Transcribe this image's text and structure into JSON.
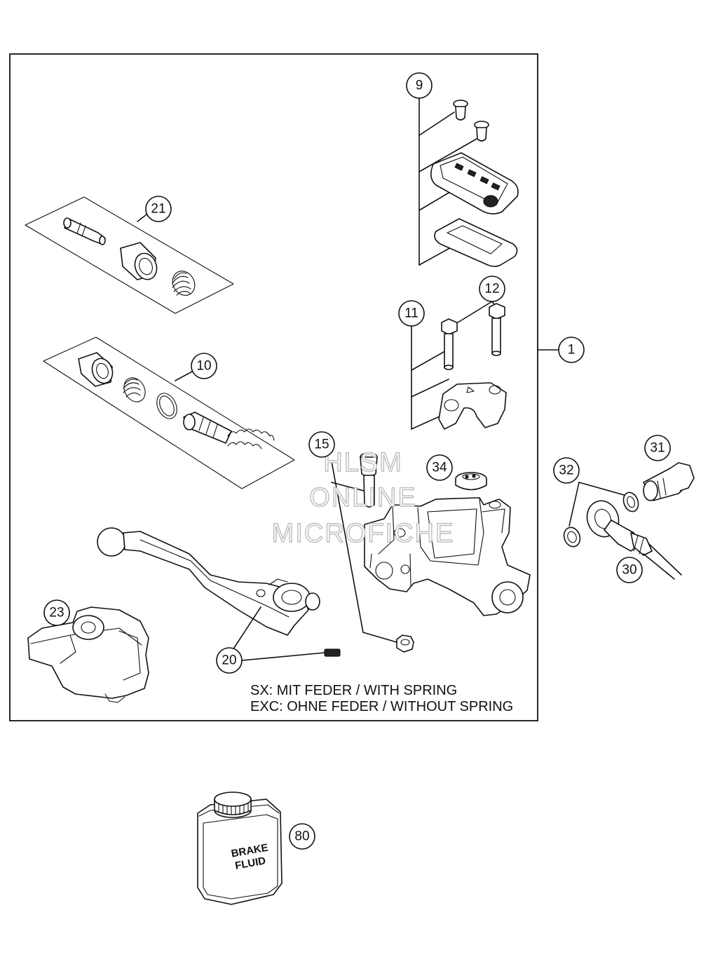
{
  "callouts": {
    "c1": "1",
    "c9": "9",
    "c10": "10",
    "c11": "11",
    "c12": "12",
    "c15": "15",
    "c20": "20",
    "c21": "21",
    "c23": "23",
    "c30": "30",
    "c31": "31",
    "c32": "32",
    "c34": "34",
    "c80": "80"
  },
  "notes": {
    "line1": "SX: MIT FEDER / WITH SPRING",
    "line2": "EXC: OHNE FEDER / WITHOUT SPRING"
  },
  "watermark": {
    "line1": "HLSM",
    "line2": "ONLINE",
    "line3": "MICROFICHE"
  },
  "can_label": {
    "line1": "BRAKE",
    "line2": "FLUID"
  }
}
